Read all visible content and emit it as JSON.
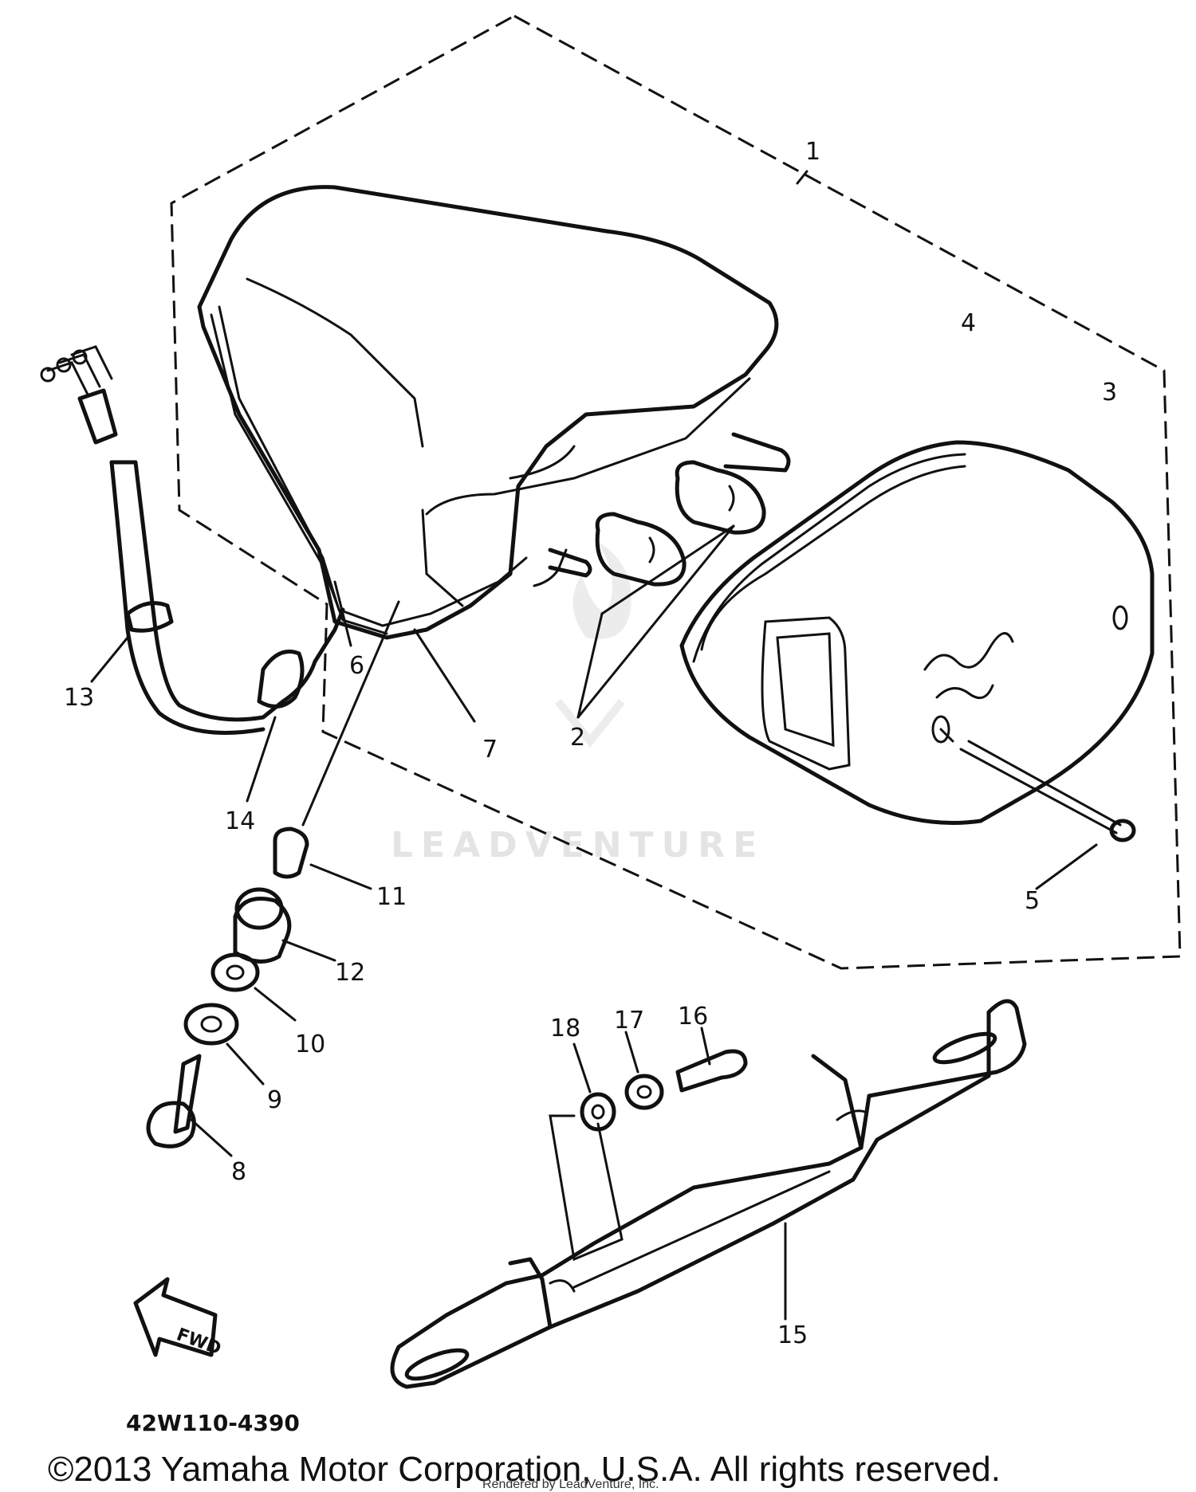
{
  "diagram": {
    "part_labels": [
      "1",
      "2",
      "3",
      "4",
      "5",
      "6",
      "7",
      "8",
      "9",
      "10",
      "11",
      "12",
      "13",
      "14",
      "15",
      "16",
      "17",
      "18"
    ],
    "direction_marker": "FWD",
    "diagram_code": "42W110-4390",
    "watermark": "LEADVENTURE",
    "copyright": "©2013 Yamaha Motor Corporation, U.S.A. All rights reserved.",
    "rendered_by": "Rendered by LeadVenture, Inc."
  }
}
